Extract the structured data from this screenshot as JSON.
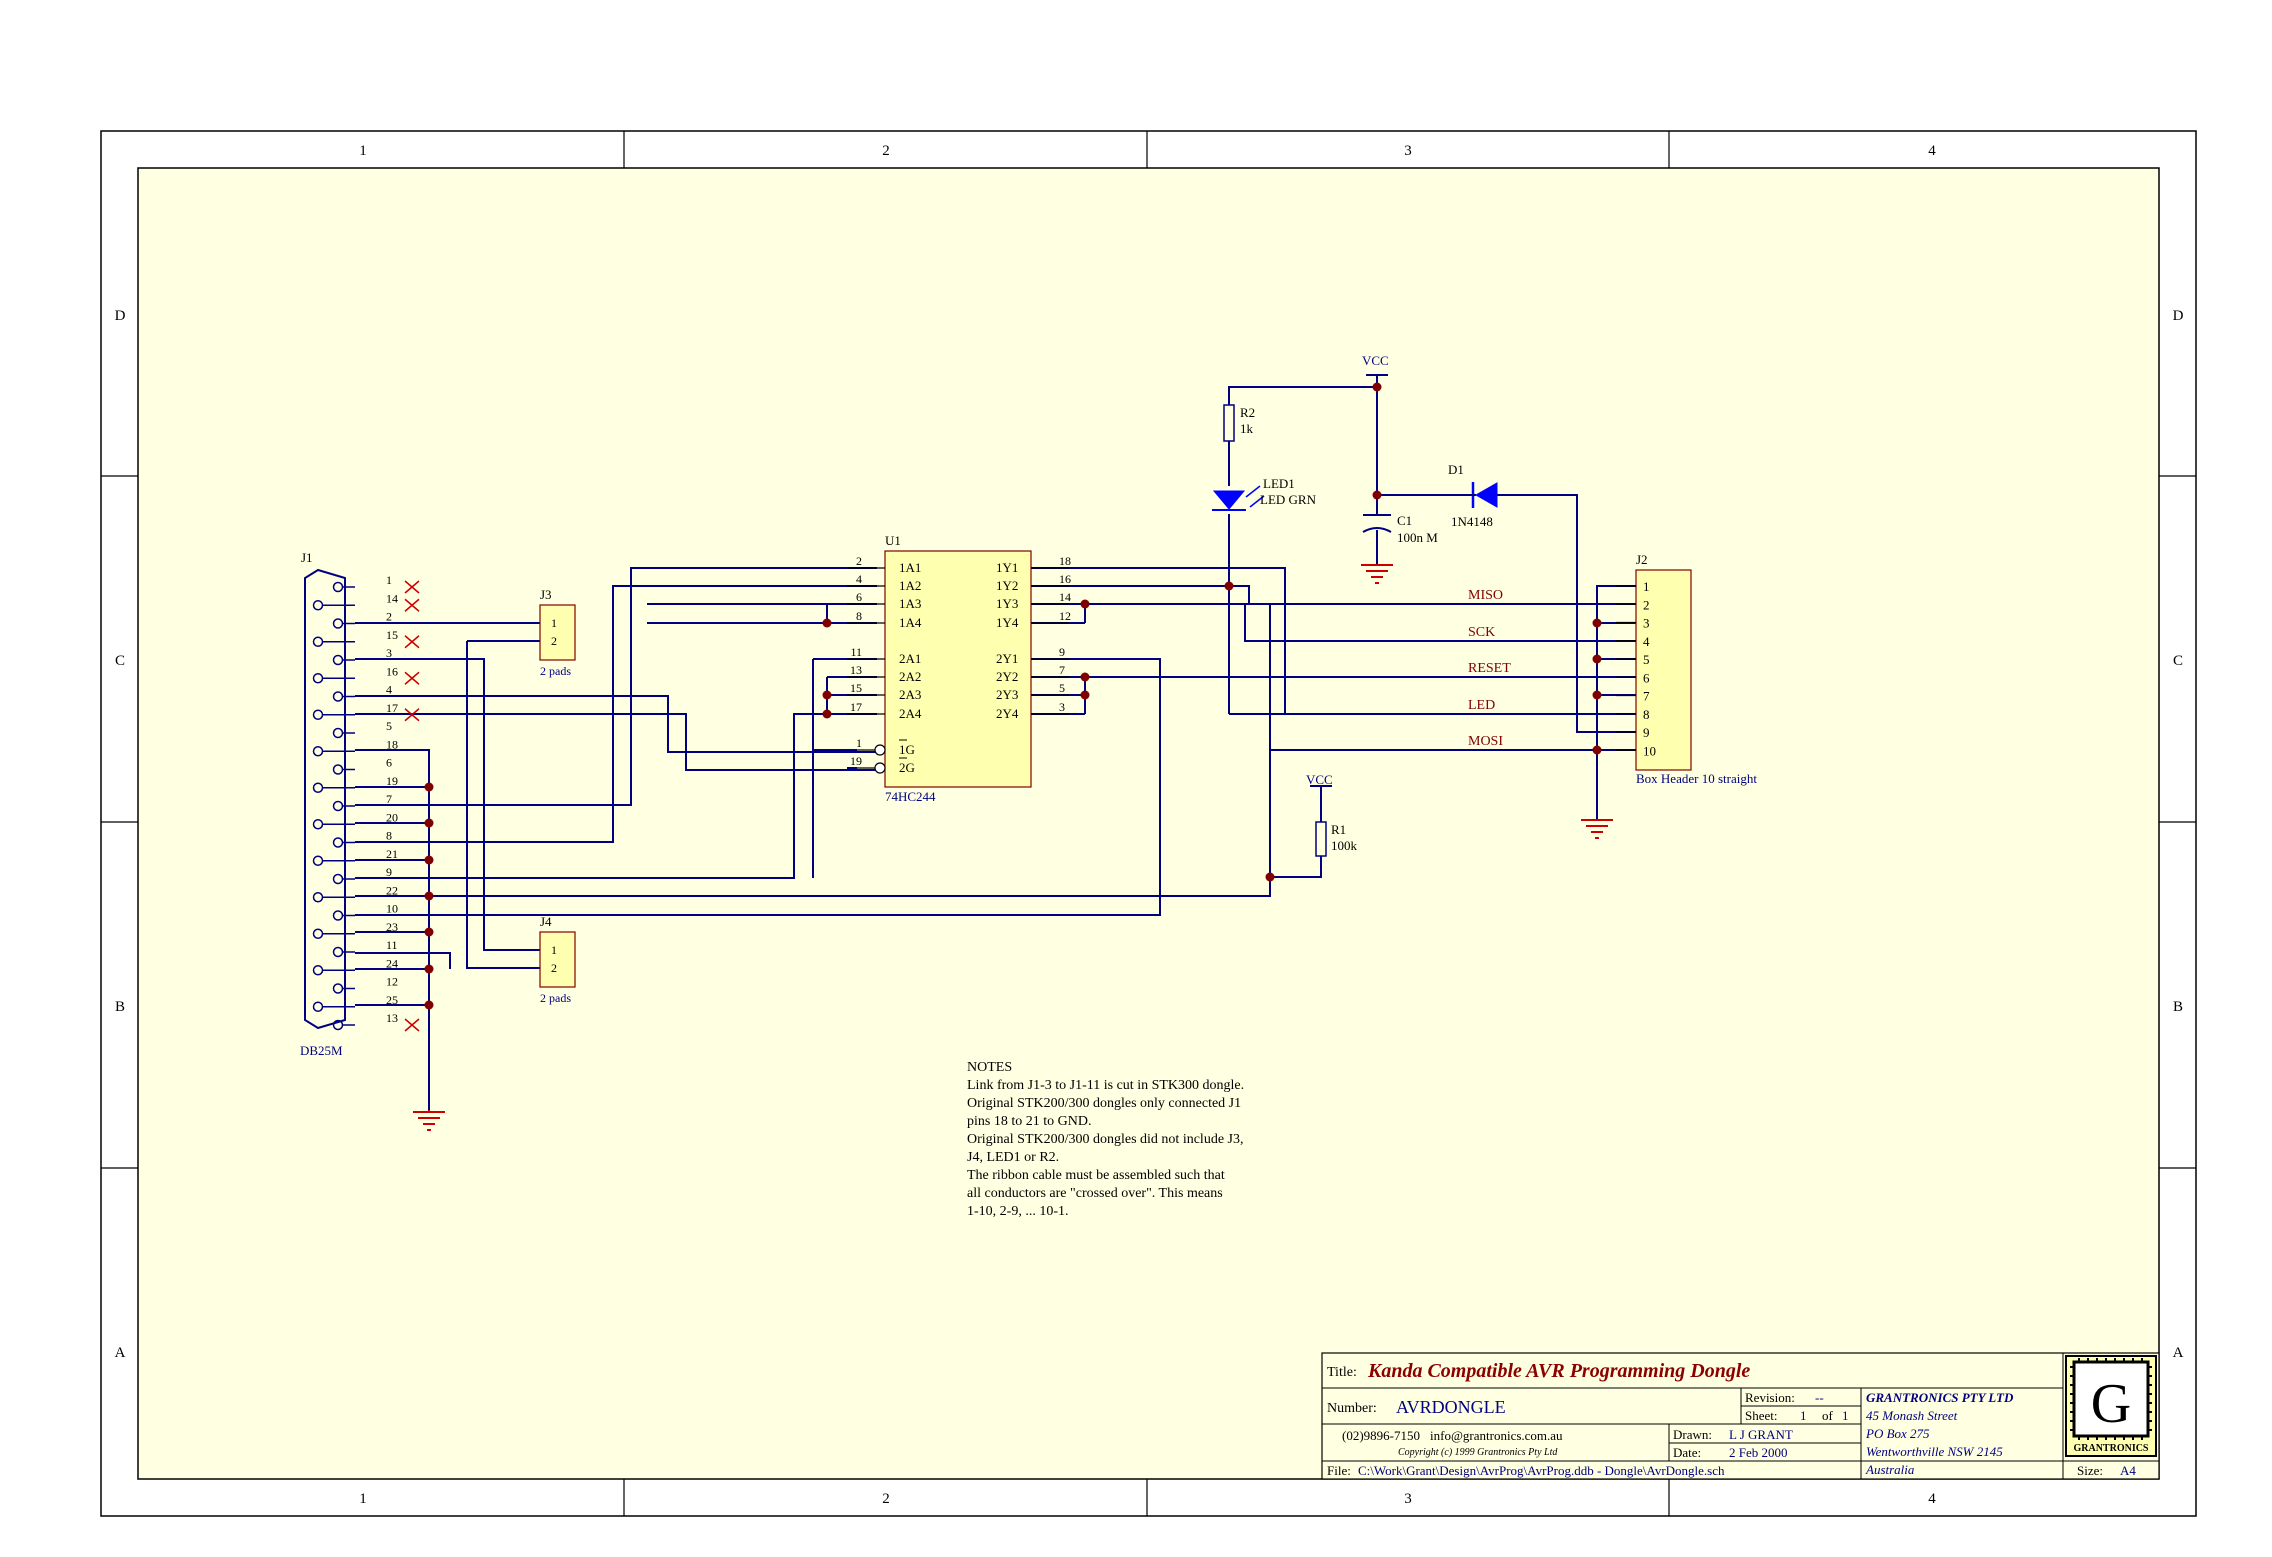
{
  "colors": {
    "paper": "#ffffe1",
    "frame": "#000000",
    "wire": "#000080",
    "junction": "#800000",
    "ground": "#cc0000",
    "component_fill": "#ffffb0",
    "label": "#800000",
    "pin": "#000000",
    "led": "#0000ff",
    "title_red": "#8b0000",
    "title_blue": "#000080"
  },
  "frame": {
    "col_labels": [
      "1",
      "2",
      "3",
      "4"
    ],
    "row_labels": [
      "D",
      "C",
      "B",
      "A"
    ]
  },
  "components": {
    "j1": {
      "ref": "J1",
      "value": "DB25M",
      "pins_left": [
        "1",
        "14",
        "2",
        "15",
        "3",
        "16",
        "4",
        "17",
        "5",
        "18",
        "6",
        "19",
        "7",
        "20",
        "8",
        "21",
        "9",
        "22",
        "10",
        "23",
        "11",
        "24",
        "12",
        "25",
        "13"
      ]
    },
    "j3": {
      "ref": "J3",
      "value": "2 pads",
      "pins": [
        "1",
        "2"
      ]
    },
    "j4": {
      "ref": "J4",
      "value": "2 pads",
      "pins": [
        "1",
        "2"
      ]
    },
    "u1": {
      "ref": "U1",
      "value": "74HC244",
      "left_pins": [
        {
          "num": "2",
          "name": "1A1"
        },
        {
          "num": "4",
          "name": "1A2"
        },
        {
          "num": "6",
          "name": "1A3"
        },
        {
          "num": "8",
          "name": "1A4"
        },
        {
          "num": "11",
          "name": "2A1"
        },
        {
          "num": "13",
          "name": "2A2"
        },
        {
          "num": "15",
          "name": "2A3"
        },
        {
          "num": "17",
          "name": "2A4"
        },
        {
          "num": "1",
          "name": "1G"
        },
        {
          "num": "19",
          "name": "2G"
        }
      ],
      "right_pins": [
        {
          "num": "18",
          "name": "1Y1"
        },
        {
          "num": "16",
          "name": "1Y2"
        },
        {
          "num": "14",
          "name": "1Y3"
        },
        {
          "num": "12",
          "name": "1Y4"
        },
        {
          "num": "9",
          "name": "2Y1"
        },
        {
          "num": "7",
          "name": "2Y2"
        },
        {
          "num": "5",
          "name": "2Y3"
        },
        {
          "num": "3",
          "name": "2Y4"
        }
      ]
    },
    "r2": {
      "ref": "R2",
      "value": "1k"
    },
    "led1": {
      "ref": "LED1",
      "value": "LED GRN"
    },
    "c1": {
      "ref": "C1",
      "value": "100n M"
    },
    "d1": {
      "ref": "D1",
      "value": "1N4148"
    },
    "r1": {
      "ref": "R1",
      "value": "100k"
    },
    "j2": {
      "ref": "J2",
      "value": "Box Header 10 straight",
      "pins": [
        "1",
        "2",
        "3",
        "4",
        "5",
        "6",
        "7",
        "8",
        "9",
        "10"
      ]
    },
    "vcc_top": "VCC",
    "vcc_r1": "VCC"
  },
  "net_labels": [
    "MISO",
    "SCK",
    "RESET",
    "LED",
    "MOSI"
  ],
  "notes": [
    "NOTES",
    "Link from J1-3 to J1-11 is cut in STK300 dongle.",
    "Original STK200/300 dongles only connected J1",
    " pins 18 to 21 to GND.",
    "Original STK200/300 dongles did not include J3,",
    " J4, LED1 or R2.",
    " The ribbon cable must be assembled such that",
    " all conductors are \"crossed over\". This means",
    " 1-10, 2-9, ... 10-1."
  ],
  "title_block": {
    "title_label": "Title:",
    "title": "Kanda Compatible AVR Programming Dongle",
    "number_label": "Number:",
    "number": "AVRDONGLE",
    "revision_label": "Revision:",
    "revision": "--",
    "sheet_label": "Sheet:",
    "sheet": "1",
    "sheet_of": "of",
    "sheet_total": "1",
    "phone": "(02)9896-7150",
    "email": "info@grantronics.com.au",
    "copyright": "Copyright (c) 1999 Grantronics Pty Ltd",
    "drawn_label": "Drawn:",
    "drawn": "L J GRANT",
    "date_label": "Date:",
    "date": "2 Feb 2000",
    "file_label": "File:",
    "file": "C:\\Work\\Grant\\Design\\AvrProg\\AvrProg.ddb - Dongle\\AvrDongle.sch",
    "company": "GRANTRONICS PTY LTD",
    "address": [
      "45 Monash Street",
      "PO Box 275",
      "Wentworthville NSW 2145",
      "Australia"
    ],
    "logo_letter": "G",
    "logo_text": "GRANTRONICS",
    "size_label": "Size:",
    "size": "A4"
  }
}
